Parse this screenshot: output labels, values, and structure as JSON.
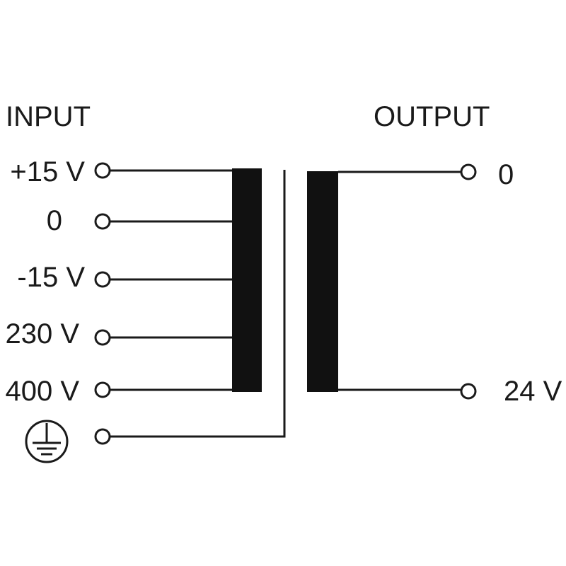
{
  "input": {
    "title": "INPUT",
    "terminals": [
      {
        "label": "+15 V"
      },
      {
        "label": "0"
      },
      {
        "label": "-15 V"
      },
      {
        "label": "230 V"
      },
      {
        "label": "400 V"
      },
      {
        "label": "",
        "icon": "ground-icon"
      }
    ]
  },
  "output": {
    "title": "OUTPUT",
    "terminals": [
      {
        "label": "0"
      },
      {
        "label": "24 V"
      }
    ]
  },
  "colors": {
    "line": "#1a1a1a",
    "winding": "#111111",
    "background": "#ffffff"
  }
}
